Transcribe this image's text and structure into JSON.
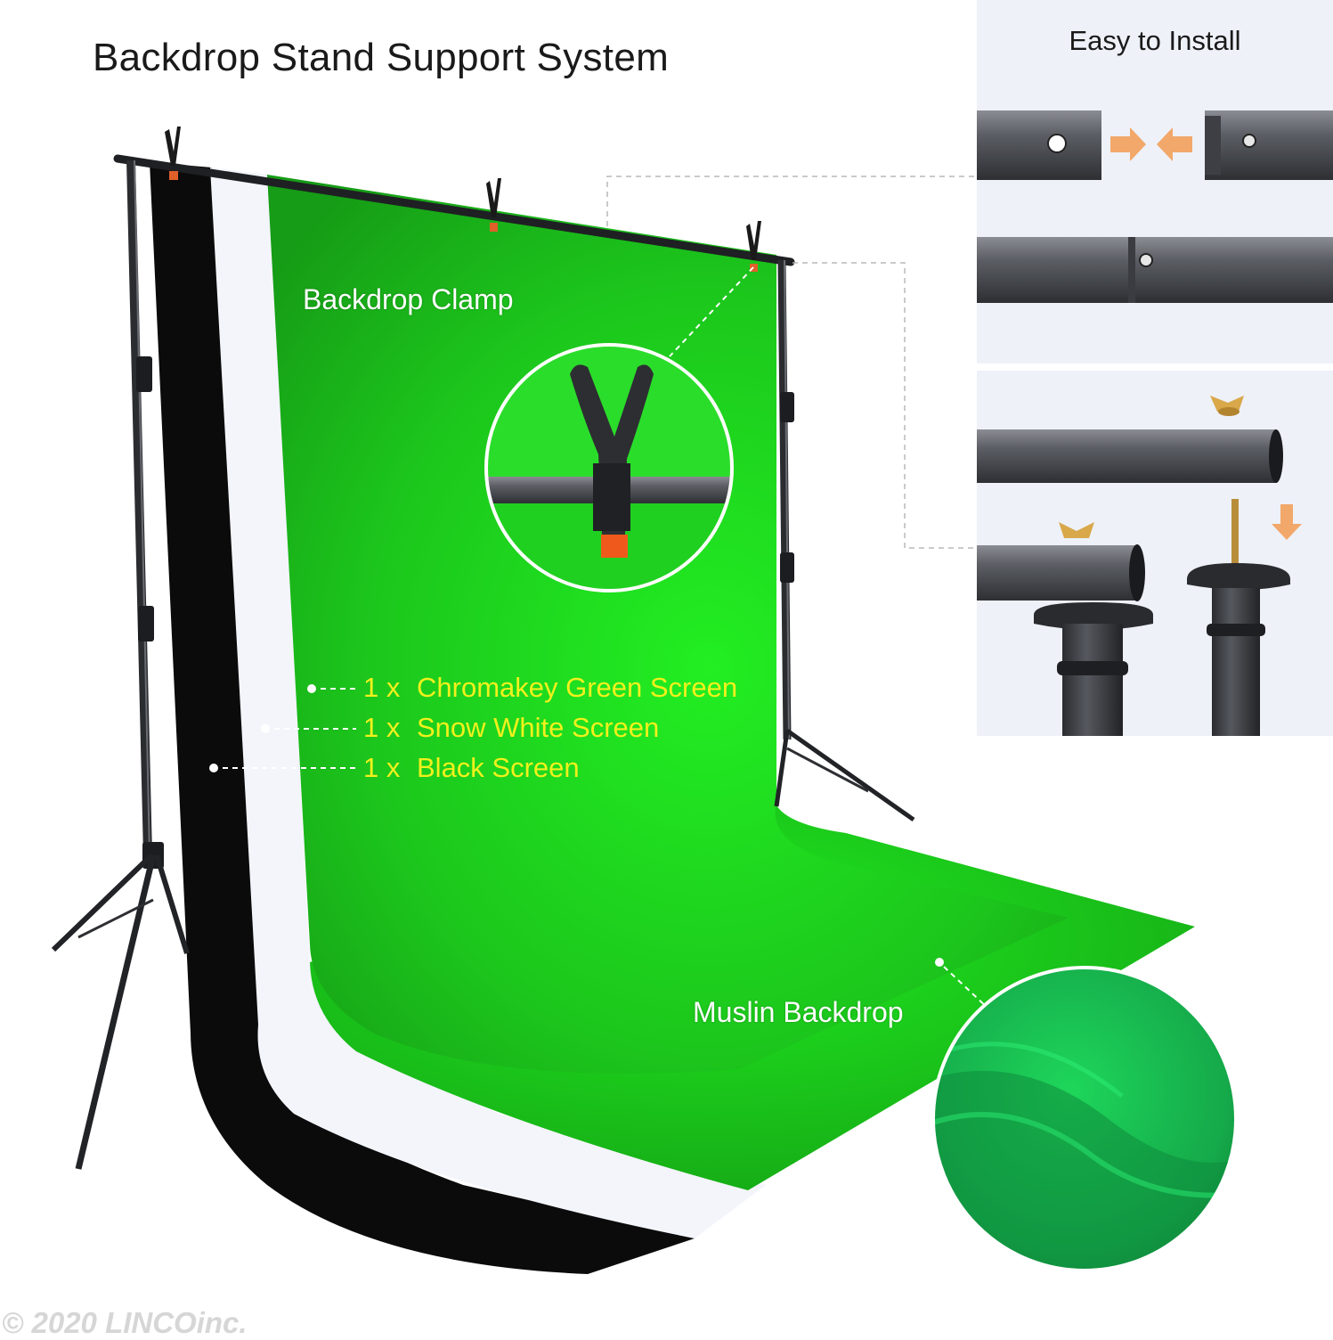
{
  "header": {
    "title": "Backdrop Stand Support System"
  },
  "install_panel": {
    "title": "Easy to Install"
  },
  "callouts": {
    "clamp": "Backdrop Clamp",
    "muslin": "Muslin Backdrop"
  },
  "screens": [
    {
      "qty": "1 x",
      "name": "Chromakey Green Screen"
    },
    {
      "qty": "1 x",
      "name": "Snow White Screen"
    },
    {
      "qty": "1 x",
      "name": "Black Screen"
    }
  ],
  "watermark": {
    "text": "© 2020 LINCOinc."
  },
  "colors": {
    "green_screen": "#1ec41e",
    "white_screen": "#f3f5fb",
    "black_screen": "#0b0b0b",
    "spec_text": "#f1f11c",
    "panel_bg": "#eef1f8",
    "pole": "#4a4c52"
  }
}
